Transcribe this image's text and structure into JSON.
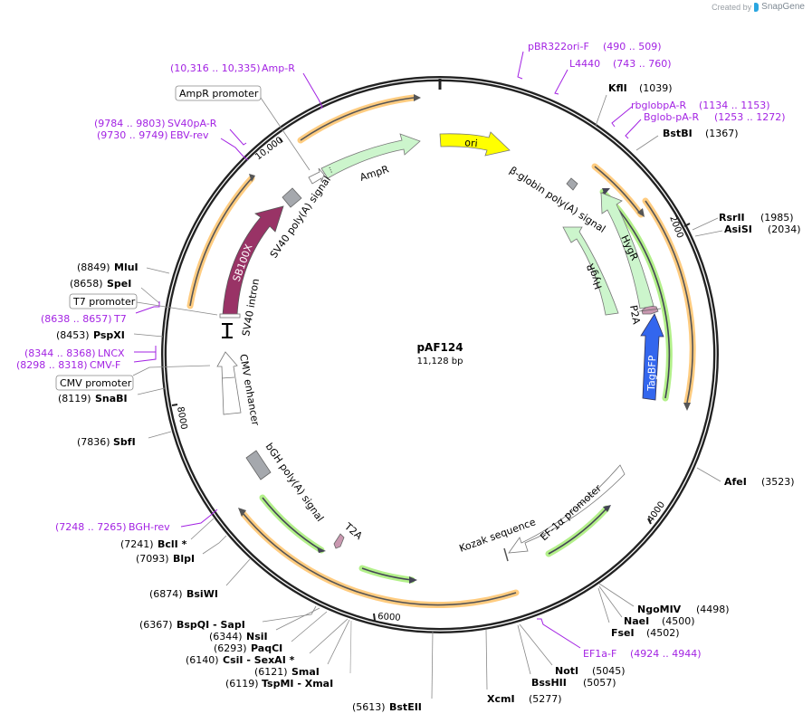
{
  "credit": {
    "prefix": "Created by",
    "brand": "SnapGene"
  },
  "plasmid": {
    "name": "pAF124",
    "length_label": "11,128 bp",
    "length": 11128
  },
  "colors": {
    "backbone": "#222222",
    "primer": "#a323e3",
    "orf_light_green": "#ccf5cc",
    "ori_yellow": "#ffff00",
    "tagbfp_blue": "#3366ee",
    "sb100x_maroon": "#993366",
    "polya_gray": "#a5a8ad",
    "tag_pink": "#c998b0",
    "orange_halo": "#ffcc80",
    "green_halo": "#b3f08a"
  },
  "ticks": [
    {
      "label": "2000"
    },
    {
      "label": "4000"
    },
    {
      "label": "6000"
    },
    {
      "label": "8000"
    },
    {
      "label": "10,000"
    }
  ],
  "restriction_sites": [
    {
      "name": "KflI",
      "pos": "(1039)"
    },
    {
      "name": "BstBI",
      "pos": "(1367)"
    },
    {
      "name": "RsrII",
      "pos": "(1985)"
    },
    {
      "name": "AsiSI",
      "pos": "(2034)"
    },
    {
      "name": "AfeI",
      "pos": "(3523)"
    },
    {
      "name": "NgoMIV",
      "pos": "(4498)"
    },
    {
      "name": "NaeI",
      "pos": "(4500)"
    },
    {
      "name": "FseI",
      "pos": "(4502)"
    },
    {
      "name": "NotI",
      "pos": "(5045)"
    },
    {
      "name": "BssHII",
      "pos": "(5057)"
    },
    {
      "name": "XcmI",
      "pos": "(5277)"
    },
    {
      "name": "BstEII",
      "pos": "(5613)"
    },
    {
      "name": "TspMI   - XmaI",
      "pos": "(6119)"
    },
    {
      "name": "SmaI",
      "pos": "(6121)"
    },
    {
      "name": "CsiI   - SexAI *",
      "pos": "(6140)"
    },
    {
      "name": "PaqCI",
      "pos": "(6293)"
    },
    {
      "name": "NsiI",
      "pos": "(6344)"
    },
    {
      "name": "BspQI   - SapI",
      "pos": "(6367)"
    },
    {
      "name": "BsiWI",
      "pos": "(6874)"
    },
    {
      "name": "BlpI",
      "pos": "(7093)"
    },
    {
      "name": "BclI *",
      "pos": "(7241)"
    },
    {
      "name": "SbfI",
      "pos": "(7836)"
    },
    {
      "name": "SnaBI",
      "pos": "(8119)"
    },
    {
      "name": "PspXI",
      "pos": "(8453)"
    },
    {
      "name": "SpeI",
      "pos": "(8658)"
    },
    {
      "name": "MluI",
      "pos": "(8849)"
    }
  ],
  "primers": [
    {
      "name": "pBR322ori-F",
      "range": "(490 .. 509)"
    },
    {
      "name": "L4440",
      "range": "(743 .. 760)"
    },
    {
      "name": "rbglobpA-R",
      "range": "(1134 .. 1153)"
    },
    {
      "name": "Bglob-pA-R",
      "range": "(1253 .. 1272)"
    },
    {
      "name": "EF1a-F",
      "range": "(4924 .. 4944)"
    },
    {
      "name": "BGH-rev",
      "range": "(7248 .. 7265)"
    },
    {
      "name": "CMV-F",
      "range": "(8298 .. 8318)"
    },
    {
      "name": "LNCX",
      "range": "(8344 .. 8368)"
    },
    {
      "name": "T7",
      "range": "(8638 .. 8657)"
    },
    {
      "name": "EBV-rev",
      "range": "(9730 .. 9749)"
    },
    {
      "name": "SV40pA-R",
      "range": "(9784 .. 9803)"
    },
    {
      "name": "Amp-R",
      "range": "(10,316 .. 10,335)"
    }
  ],
  "boxed_labels": [
    {
      "label": "AmpR promoter"
    },
    {
      "label": "T7 promoter"
    },
    {
      "label": "CMV promoter"
    }
  ],
  "features": [
    {
      "label": "ori"
    },
    {
      "label": "AmpR"
    },
    {
      "label": "SV40 poly(A) signal"
    },
    {
      "label": "SB100X"
    },
    {
      "label": "SV40 intron"
    },
    {
      "label": "CMV enhancer"
    },
    {
      "label": "bGH poly(A) signal"
    },
    {
      "label": "T2A"
    },
    {
      "label": "Kozak sequence"
    },
    {
      "label": "EF-1α promoter"
    },
    {
      "label": "TagBFP"
    },
    {
      "label": "P2A"
    },
    {
      "label": "HygR"
    },
    {
      "label": "HygR"
    },
    {
      "label": "β-globin poly(A) signal"
    }
  ]
}
